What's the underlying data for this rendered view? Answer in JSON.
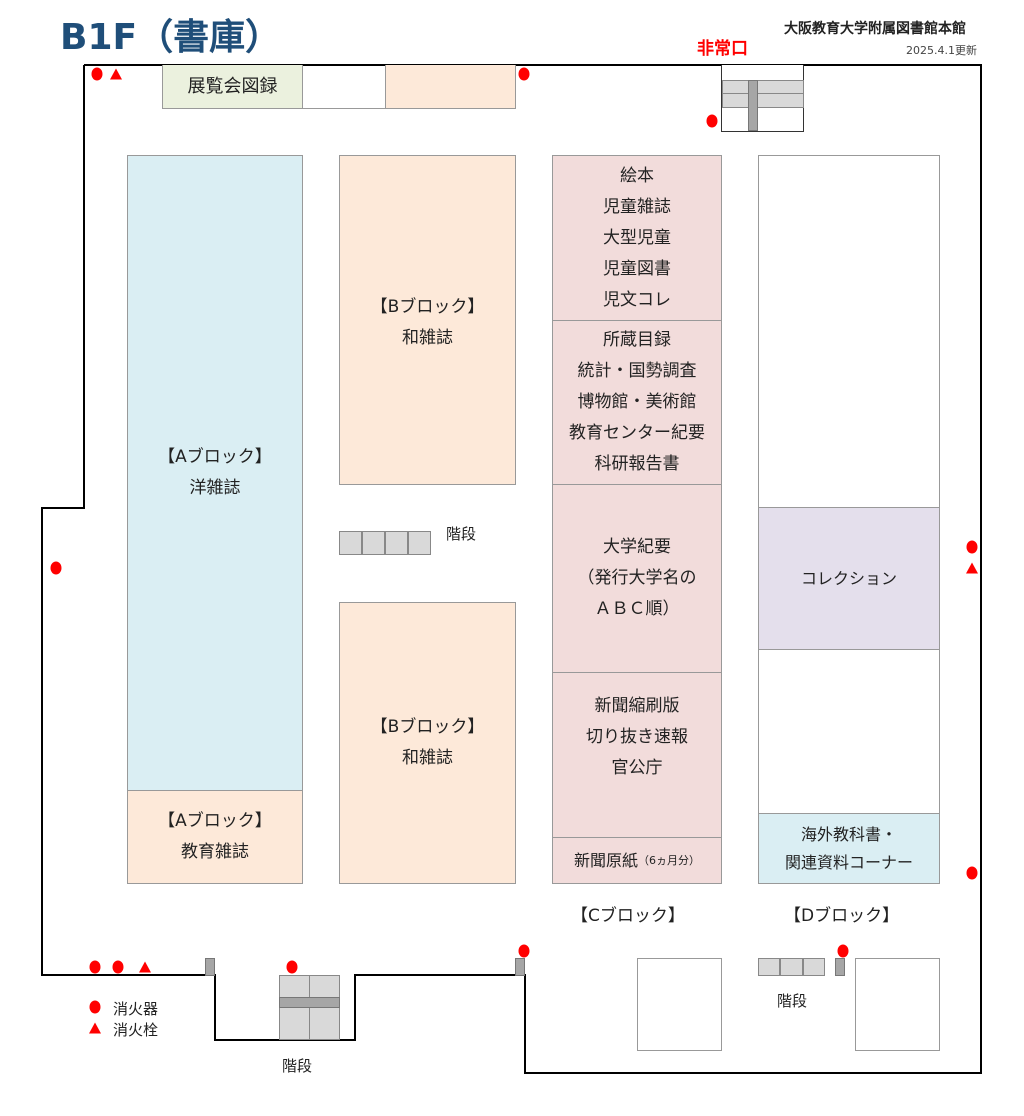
{
  "header": {
    "title": "B1F（書庫）",
    "library": "大阪教育大学附属図書館本館",
    "updated": "2025.4.1更新",
    "exit": "非常口"
  },
  "areas": {
    "catalog": "展覧会図録",
    "a_main": [
      "【Aブロック】",
      "洋雑誌"
    ],
    "a_edu": [
      "【Aブロック】",
      "教育雑誌"
    ],
    "b_upper": [
      "【Bブロック】",
      "和雑誌"
    ],
    "b_lower": [
      "【Bブロック】",
      "和雑誌"
    ],
    "c1": [
      "絵本",
      "児童雑誌",
      "大型児童",
      "児童図書",
      "児文コレ"
    ],
    "c2": [
      "所蔵目録",
      "統計・国勢調査",
      "博物館・美術館",
      "教育センター紀要",
      "科研報告書"
    ],
    "c3": [
      "大学紀要",
      "（発行大学名の",
      "ＡＢＣ順）"
    ],
    "c4": [
      "新聞縮刷版",
      "切り抜き速報",
      "官公庁"
    ],
    "c5": "新聞原紙",
    "c5_note": "（6ヵ月分）",
    "d_collection": "コレクション",
    "d_foreign": [
      "海外教科書・",
      "関連資料コーナー"
    ],
    "c_label": "【Cブロック】",
    "d_label": "【Dブロック】"
  },
  "stairs": "階段",
  "legend": {
    "extinguisher": "消火器",
    "hydrant": "消火栓"
  },
  "colors": {
    "title": "#1f4e79",
    "marker": "#ff0000",
    "a_block": "#daeef3",
    "peach": "#fde9d9",
    "c_block": "#f2dcdb",
    "collection": "#e4dfec",
    "catalog": "#ebf1de"
  }
}
